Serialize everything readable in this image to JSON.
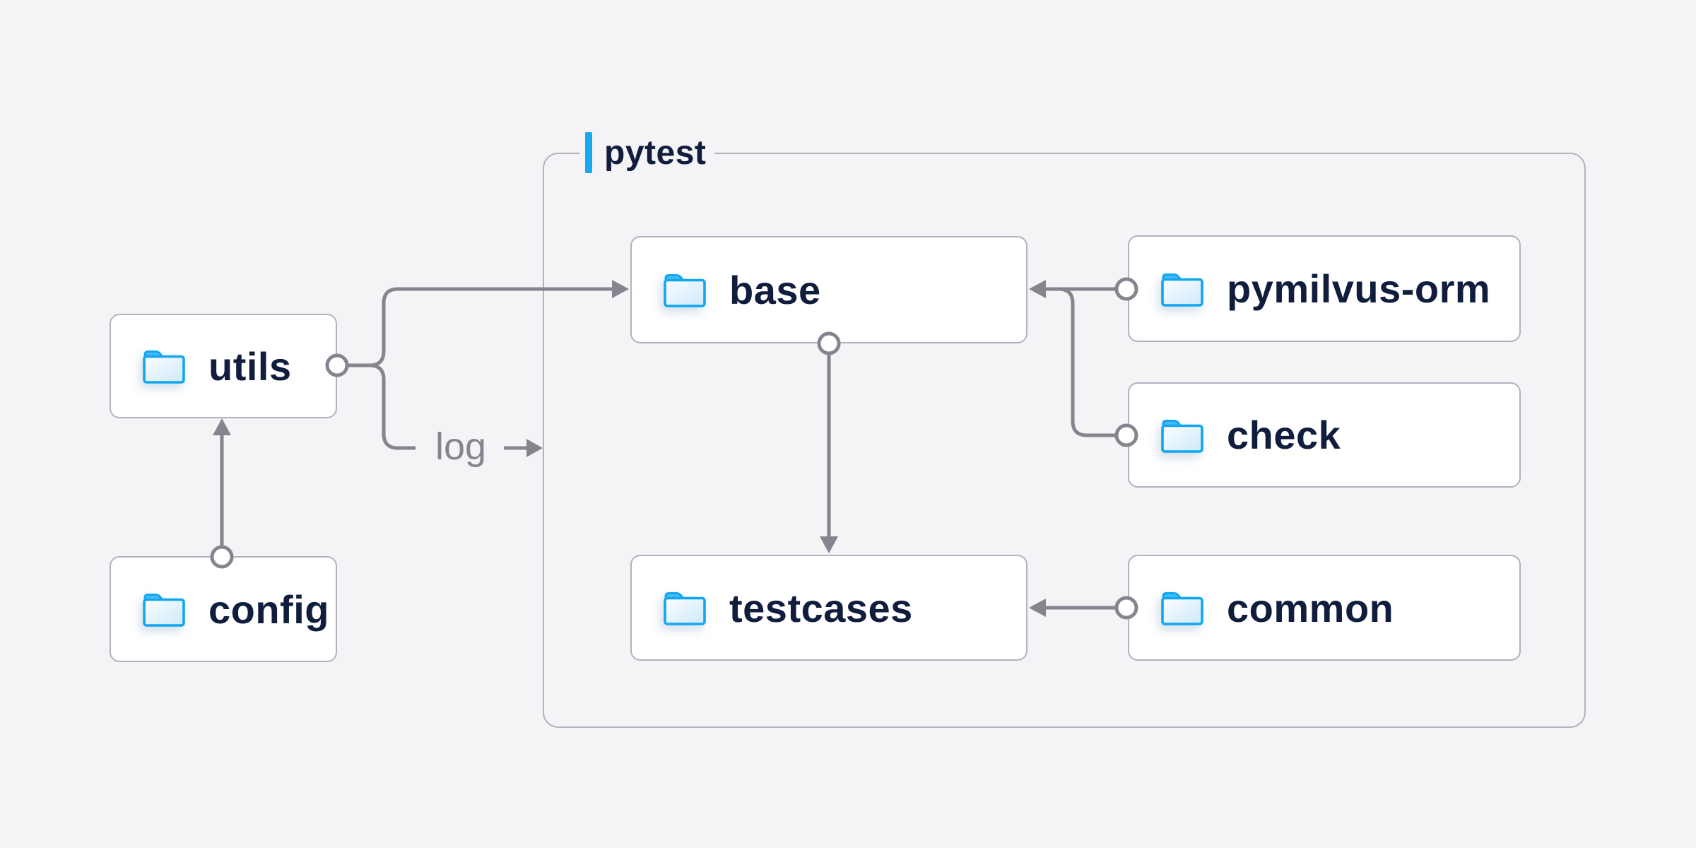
{
  "diagram": {
    "title_group": {
      "label": "pytest"
    },
    "nodes": [
      {
        "id": "utils",
        "label": "utils"
      },
      {
        "id": "config",
        "label": "config"
      },
      {
        "id": "base",
        "label": "base"
      },
      {
        "id": "pymilvus-orm",
        "label": "pymilvus-orm"
      },
      {
        "id": "check",
        "label": "check"
      },
      {
        "id": "testcases",
        "label": "testcases"
      },
      {
        "id": "common",
        "label": "common"
      }
    ],
    "edge_label": "log",
    "edges": [
      {
        "from": "config",
        "to": "utils"
      },
      {
        "from": "utils",
        "to": "base"
      },
      {
        "from": "utils",
        "to": "log"
      },
      {
        "from": "pymilvus-orm",
        "to": "base"
      },
      {
        "from": "check",
        "to": "base"
      },
      {
        "from": "base",
        "to": "testcases"
      },
      {
        "from": "common",
        "to": "testcases"
      }
    ],
    "colors": {
      "background": "#f4f4f6",
      "node_background": "#ffffff",
      "node_border": "#b2b2bf",
      "line": "#84858f",
      "text": "#101d3c",
      "accent_blue": "#18a9f1",
      "folder_blue": "#12a6f0"
    }
  }
}
